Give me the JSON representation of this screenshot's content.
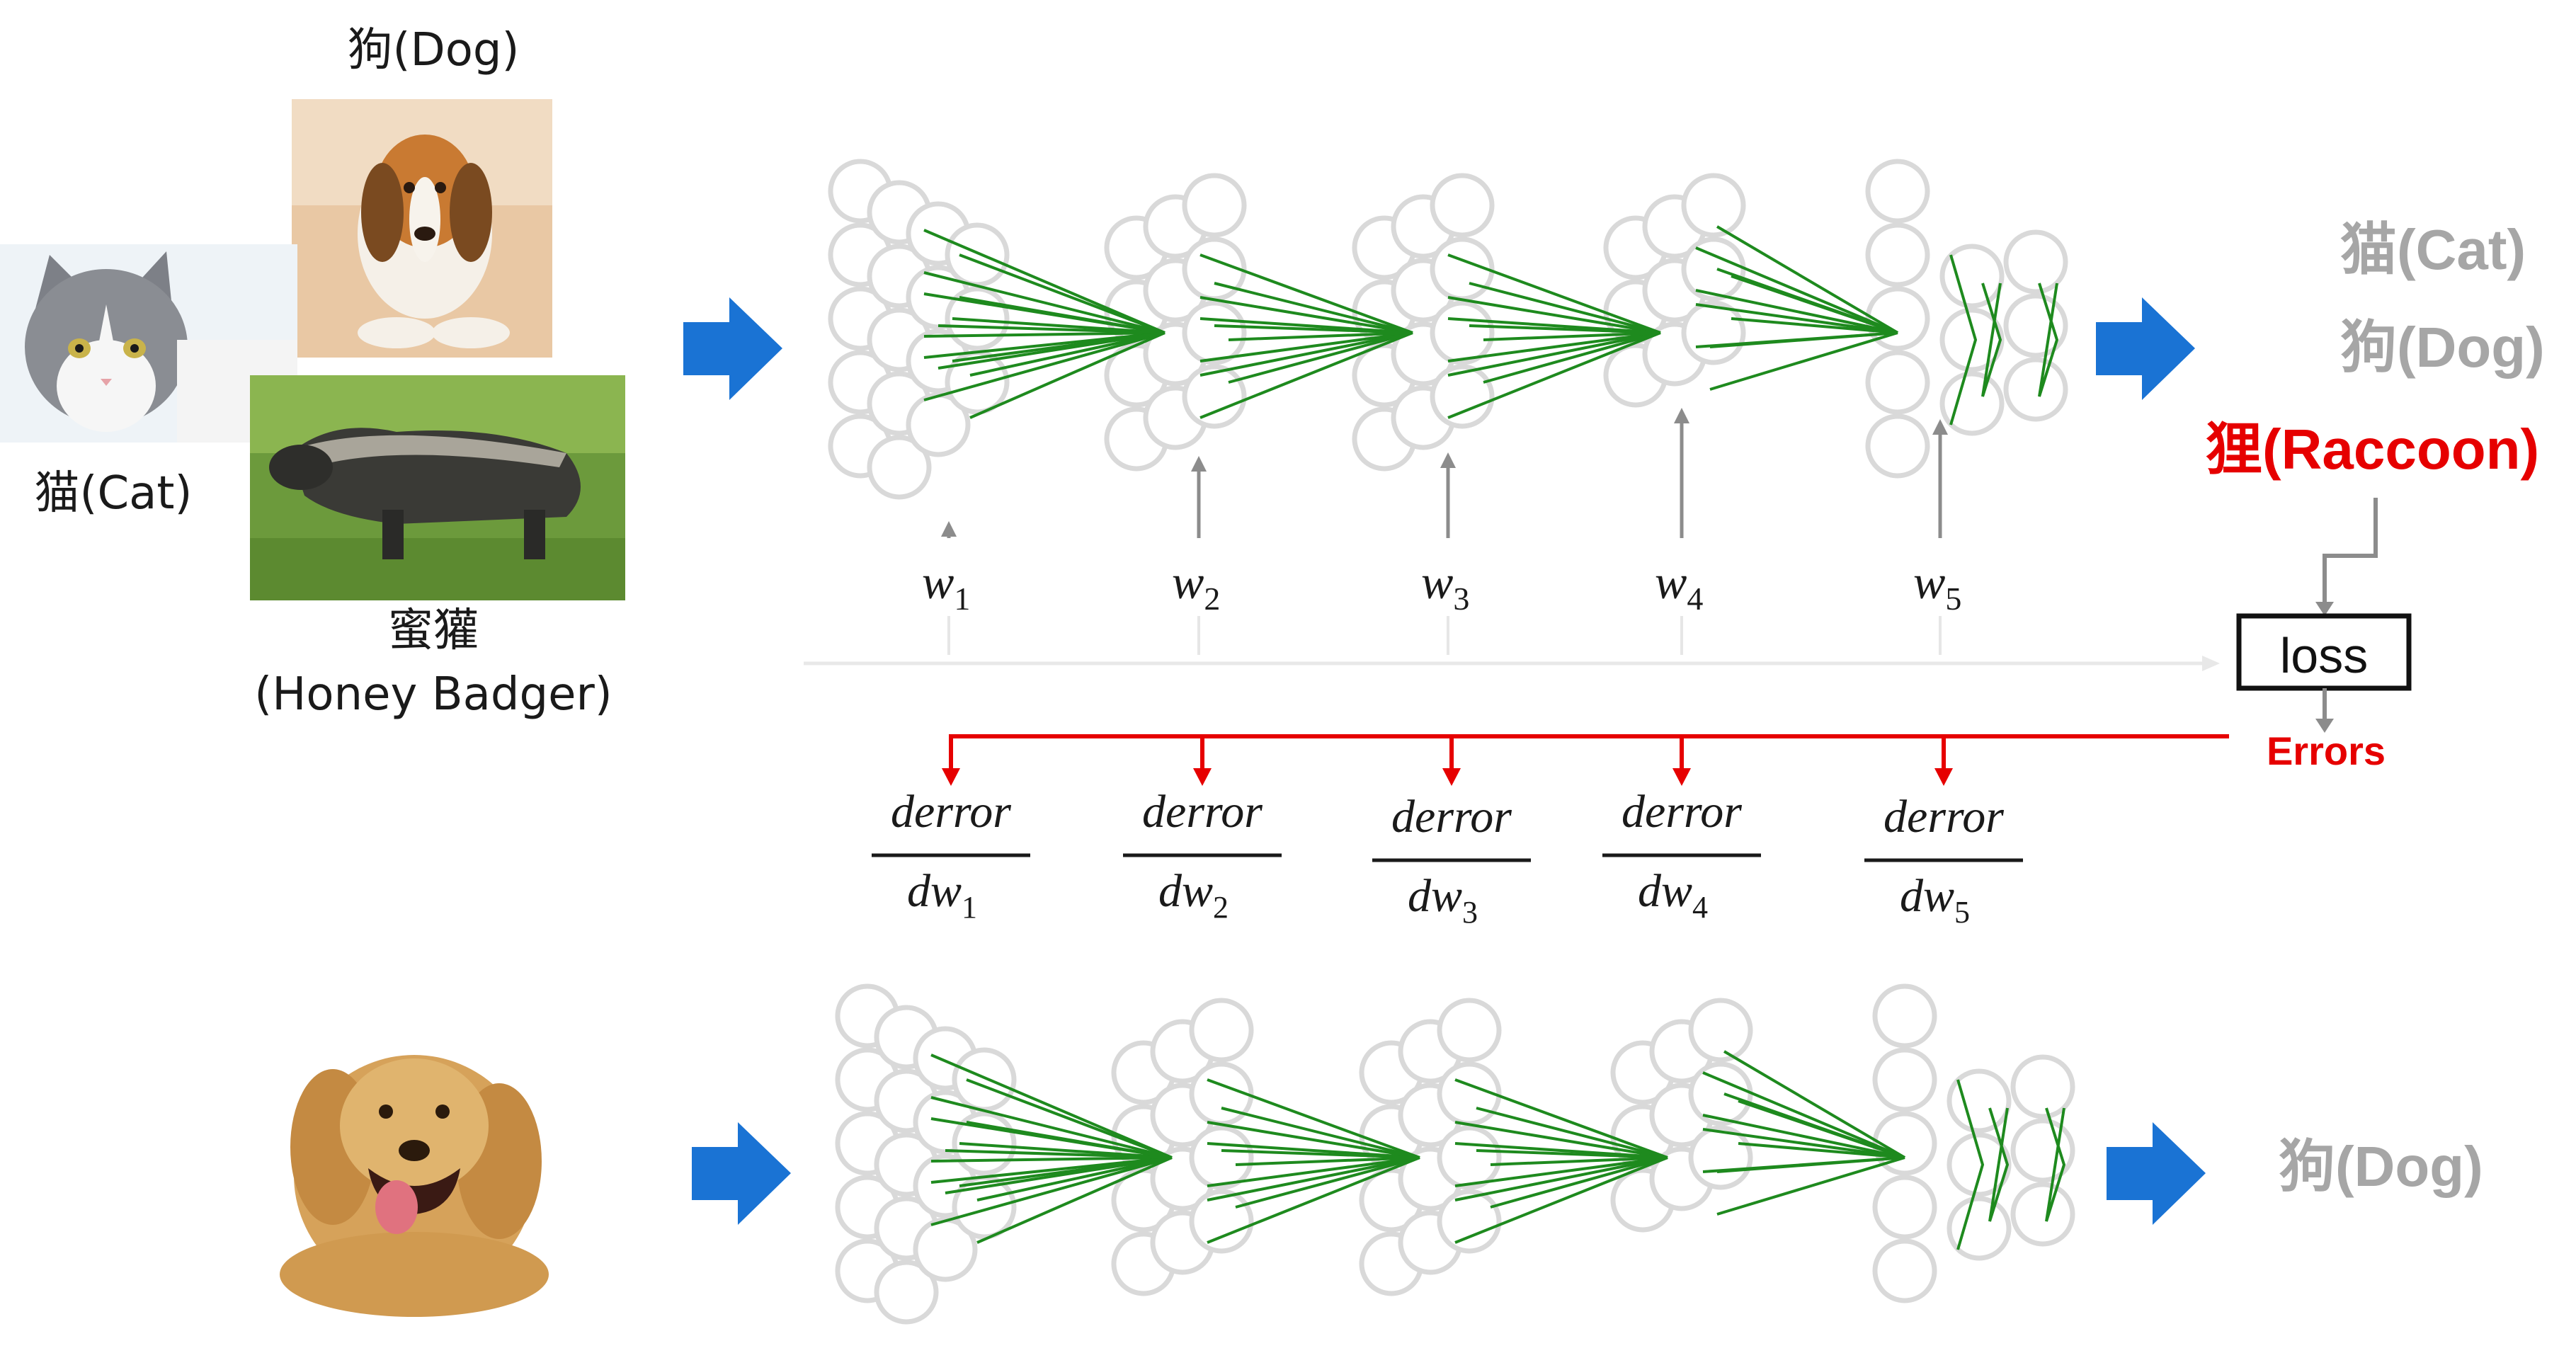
{
  "inputs": {
    "dog_label": "狗(Dog)",
    "cat_label": "猫(Cat)",
    "badger_label_line1": "蜜獾",
    "badger_label_line2": "(Honey Badger)"
  },
  "outputs": {
    "top": [
      "猫(Cat)",
      "狗(Dog)",
      "狸(Raccoon)"
    ],
    "bottom": "狗(Dog)"
  },
  "weights": [
    {
      "base": "w",
      "sub": "1"
    },
    {
      "base": "w",
      "sub": "2"
    },
    {
      "base": "w",
      "sub": "3"
    },
    {
      "base": "w",
      "sub": "4"
    },
    {
      "base": "w",
      "sub": "5"
    }
  ],
  "gradients": [
    {
      "num": "derror",
      "den_base": "dw",
      "den_sub": "1"
    },
    {
      "num": "derror",
      "den_base": "dw",
      "den_sub": "2"
    },
    {
      "num": "derror",
      "den_base": "dw",
      "den_sub": "3"
    },
    {
      "num": "derror",
      "den_base": "dw",
      "den_sub": "4"
    },
    {
      "num": "derror",
      "den_base": "dw",
      "den_sub": "5"
    }
  ],
  "loss_label": "loss",
  "errors_label": "Errors",
  "colors": {
    "arrow_blue": "#1a73d4",
    "edge_green": "#1e8a1e",
    "node_gray": "#d9d9d9",
    "error_red": "#e60000",
    "output_gray": "#a6a6a6",
    "weight_arrow": "#8c8c8c",
    "forward_line": "#e8e8e8"
  },
  "icons": [
    "cat-photo",
    "dog-photo",
    "honey-badger-photo",
    "golden-retriever-photo",
    "blue-arrow-icon"
  ]
}
